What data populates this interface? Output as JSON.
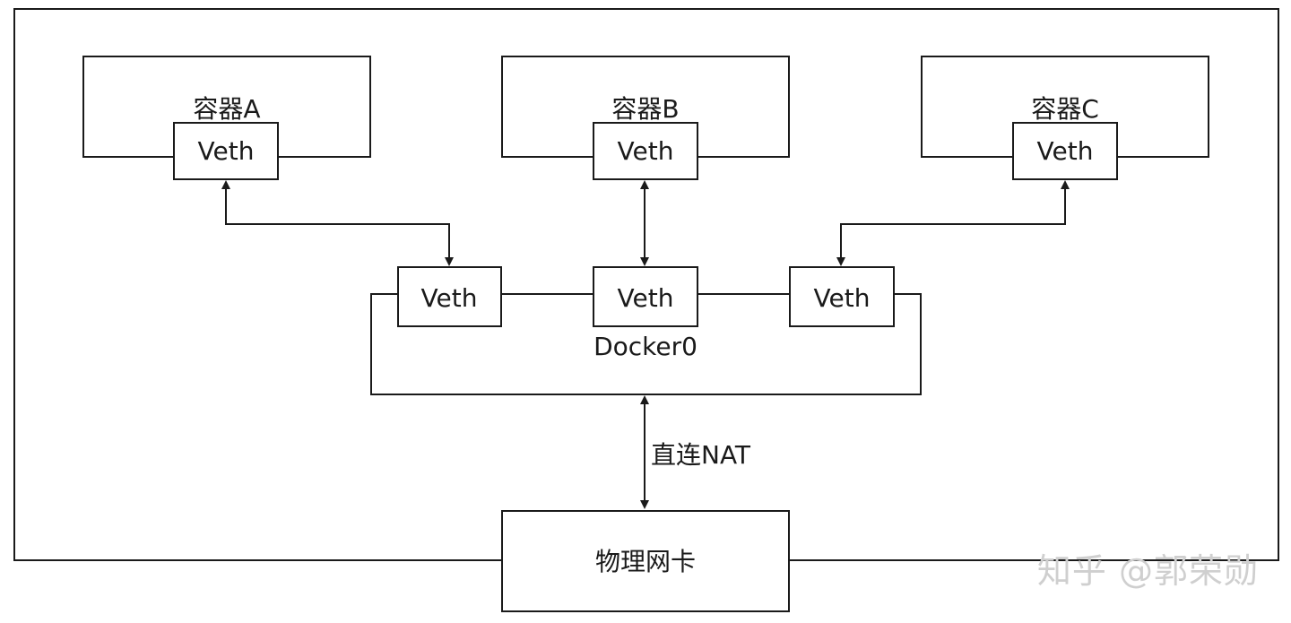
{
  "containers": [
    {
      "label": "容器A",
      "veth": "Veth"
    },
    {
      "label": "容器B",
      "veth": "Veth"
    },
    {
      "label": "容器C",
      "veth": "Veth"
    }
  ],
  "bridge": {
    "label": "Docker0",
    "veths": [
      "Veth",
      "Veth",
      "Veth"
    ]
  },
  "link": {
    "label": "直连NAT"
  },
  "nic": {
    "label": "物理网卡"
  },
  "watermark": {
    "text": "知乎 @郭荣勋"
  },
  "colors": {
    "stroke": "#1a1a1a",
    "background": "#ffffff",
    "watermark": "#cfcfcf"
  }
}
